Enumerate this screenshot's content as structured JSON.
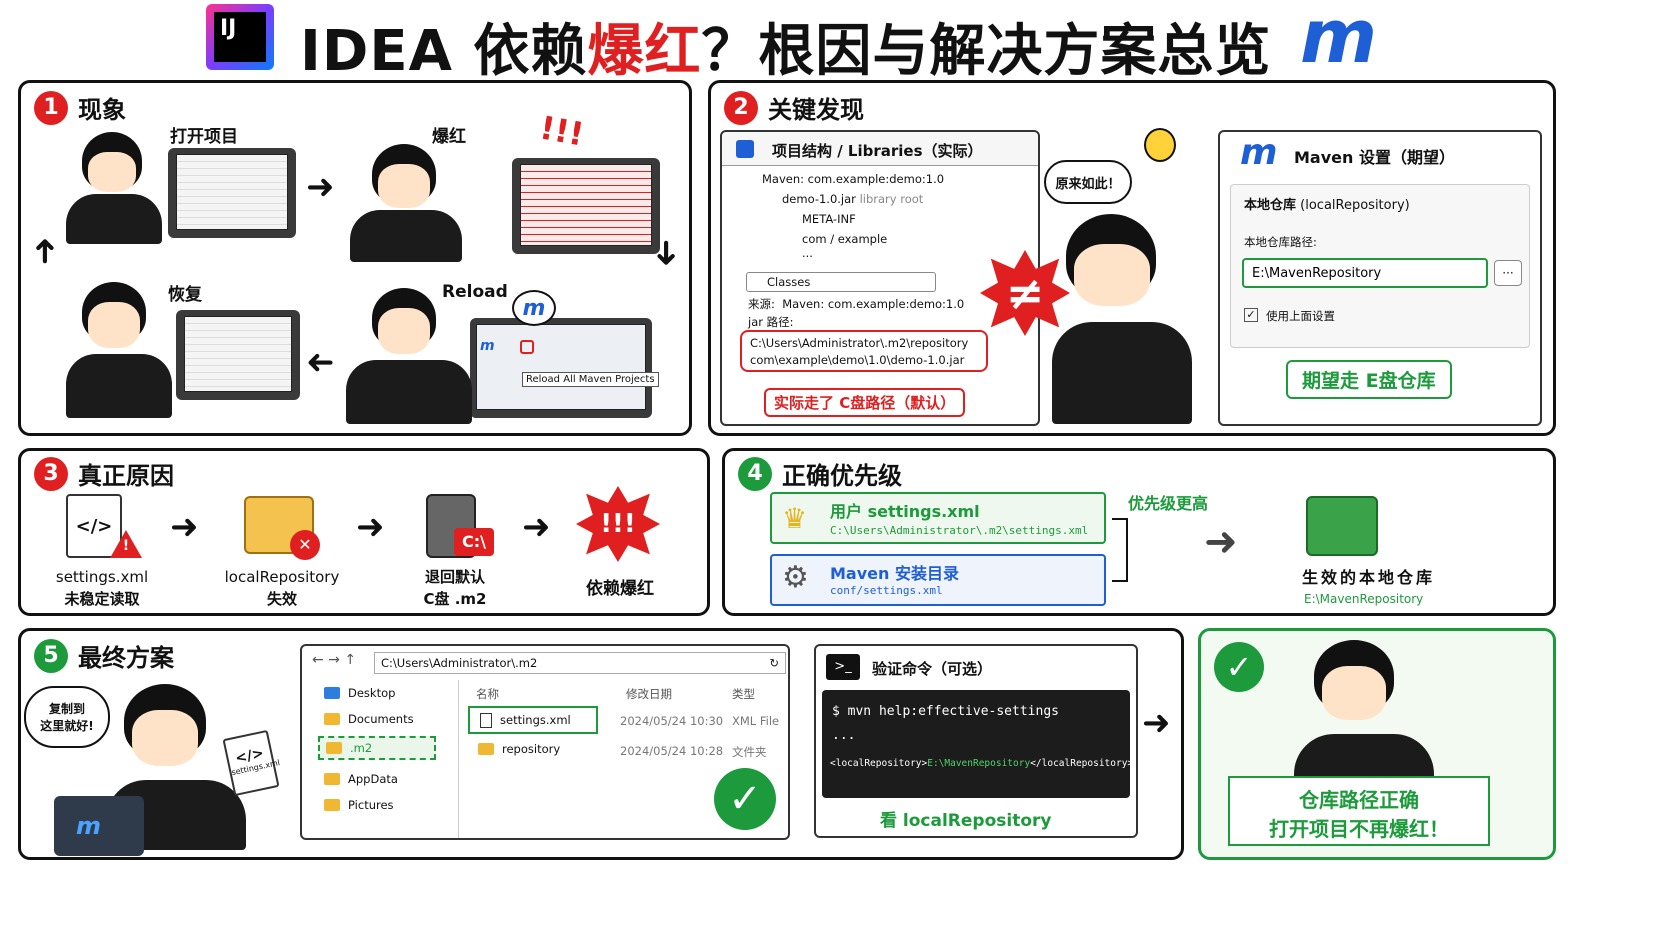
{
  "header": {
    "title_a": "IDEA 依赖",
    "title_b": "爆红",
    "title_c": "？根因与解决方案总览",
    "logo_text": "IJ",
    "maven_logo": "m"
  },
  "colors": {
    "red": "#e02020",
    "green": "#1d9b3c",
    "blue": "#1f5fd6",
    "dark": "#111111"
  },
  "p1": {
    "num": "1",
    "title": "现象",
    "open_label": "打开项目",
    "red_label": "爆红",
    "bang": "!!!",
    "recover_label": "恢复",
    "reload_label": "Reload",
    "tooltip": "Reload All Maven Projects",
    "bubble_m": "m"
  },
  "p2": {
    "num": "2",
    "title": "关键发现",
    "struct_title": "项目结构 / Libraries（实际）",
    "tree": [
      "Maven: com.example:demo:1.0",
      "demo-1.0.jar",
      "META-INF",
      "com / example",
      "..."
    ],
    "library_root": "library root",
    "classes_label": "Classes",
    "source_label": "来源:",
    "source_value": "Maven: com.example:demo:1.0",
    "jar_label": "jar 路径:",
    "jar_path_1": "C:\\Users\\Administrator\\.m2\\repository",
    "jar_path_2": "com\\example\\demo\\1.0\\demo-1.0.jar",
    "actual_note": "实际走了 C盘路径（默认）",
    "bubble": "原来如此！",
    "neq": "≠",
    "maven_title": "Maven 设置（期望）",
    "local_repo_title": "本地仓库",
    "local_repo_en": "(localRepository)",
    "path_label": "本地仓库路径:",
    "path_value": "E:\\MavenRepository",
    "dots": "···",
    "checkbox_label": "使用上面设置",
    "expect_note": "期望走 E盘仓库"
  },
  "p3": {
    "num": "3",
    "title": "真正原因",
    "steps": [
      {
        "l1": "settings.xml",
        "l2": "未稳定读取"
      },
      {
        "l1": "localRepository",
        "l2": "失效"
      },
      {
        "l1": "退回默认",
        "l2": "C盘 .m2"
      },
      {
        "l1": "依赖爆红",
        "l2": ""
      }
    ],
    "code_icon": "</>",
    "c_label": "C:\\",
    "bang": "!!!"
  },
  "p4": {
    "num": "4",
    "title": "正确优先级",
    "user_title": "用户 settings.xml",
    "user_path": "C:\\Users\\Administrator\\.m2\\settings.xml",
    "maven_title": "Maven 安装目录",
    "maven_path": "conf/settings.xml",
    "priority_note": "优先级更高",
    "effective_label": "生效的本地仓库",
    "effective_path": "E:\\MavenRepository"
  },
  "p5": {
    "num": "5",
    "title": "最终方案",
    "bubble": "复制到\n这里就好!",
    "file_label": "settings.xml",
    "code_icon": "</>",
    "address": "C:\\Users\\Administrator\\.m2",
    "sidebar": [
      "Desktop",
      "Documents",
      ".m2",
      "AppData",
      "Pictures"
    ],
    "columns": [
      "名称",
      "修改日期",
      "类型"
    ],
    "files": [
      {
        "name": "settings.xml",
        "date": "2024/05/24  10:30",
        "type": "XML File"
      },
      {
        "name": "repository",
        "date": "2024/05/24  10:28",
        "type": "文件夹"
      }
    ],
    "cmd_title": "验证命令（可选）",
    "cmd_icon": ">_",
    "cmd_line": "$ mvn help:effective-settings",
    "cmd_dots": "...",
    "cmd_out_a": "<localRepository>",
    "cmd_out_b": "E:\\MavenRepository",
    "cmd_out_c": "</localRepository>",
    "cmd_note": "看 localRepository",
    "result_1": "仓库路径正确",
    "result_2": "打开项目不再爆红！"
  }
}
